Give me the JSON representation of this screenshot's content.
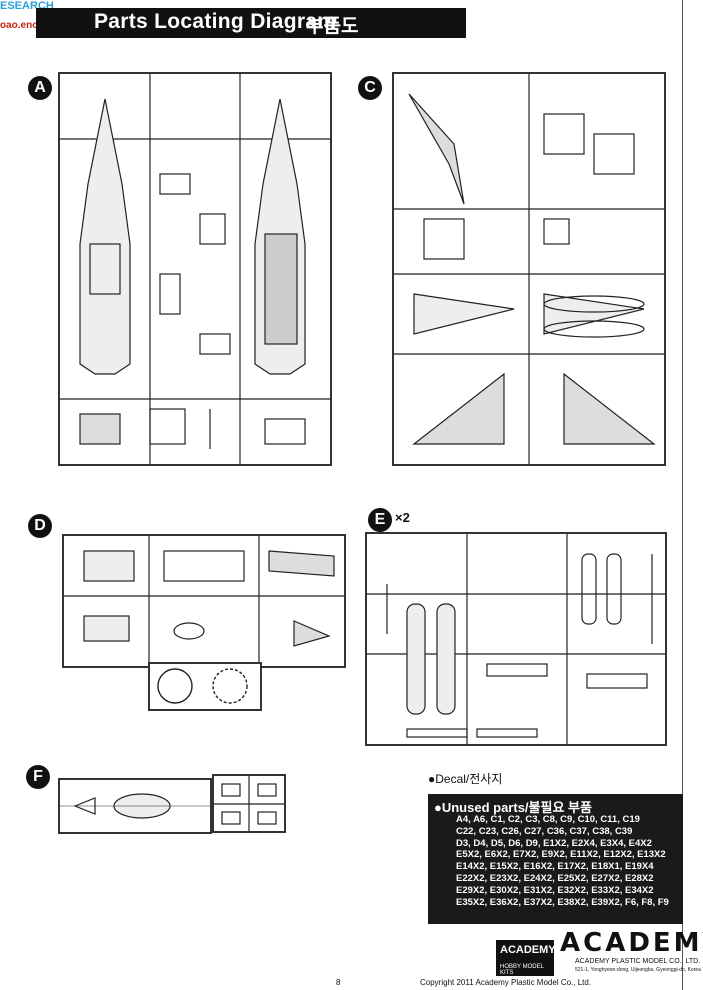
{
  "header": {
    "title": "Parts Locating Diagram",
    "title_ko": "부품도",
    "watermark": "ESEARCH",
    "watermark_url": "oao.enou.co"
  },
  "sprues": [
    {
      "id": "A",
      "multiplier": ""
    },
    {
      "id": "C",
      "multiplier": ""
    },
    {
      "id": "D",
      "multiplier": ""
    },
    {
      "id": "E",
      "multiplier": "×2"
    },
    {
      "id": "F",
      "multiplier": ""
    }
  ],
  "decal_label": "●Decal/전사지",
  "unused": {
    "title": "●Unused parts/불필요 부품",
    "lines": [
      "A4, A6, C1, C2, C3, C8, C9, C10, C11, C19",
      "C22, C23, C26, C27, C36, C37, C38, C39",
      "D3, D4, D5, D6, D9, E1X2, E2X4, E3X4, E4X2",
      "E5X2, E6X2, E7X2, E9X2, E11X2, E12X2, E13X2",
      "E14X2, E15X2, E16X2, E17X2, E18X1, E19X4",
      "E22X2, E23X2, E24X2, E25X2, E27X2, E28X2",
      "E29X2, E30X2, E31X2, E32X2, E33X2, E34X2",
      "E35X2, E36X2, E37X2, E38X2, E39X2, F6, F8, F9"
    ]
  },
  "brand": {
    "small_logo": "ACADEMY",
    "small_logo_sub": "HOBBY MODEL KITS",
    "big_logo": "ACADEMY",
    "company": "ACADEMY PLASTIC MODEL CO., LTD.",
    "address": "521-1, Yonghyeon-dong, Uijeongbu, Gyeonggi-do, Korea"
  },
  "footer": {
    "page": "8",
    "copyright": "Copyright 2011 Academy Plastic Model Co., Ltd."
  }
}
